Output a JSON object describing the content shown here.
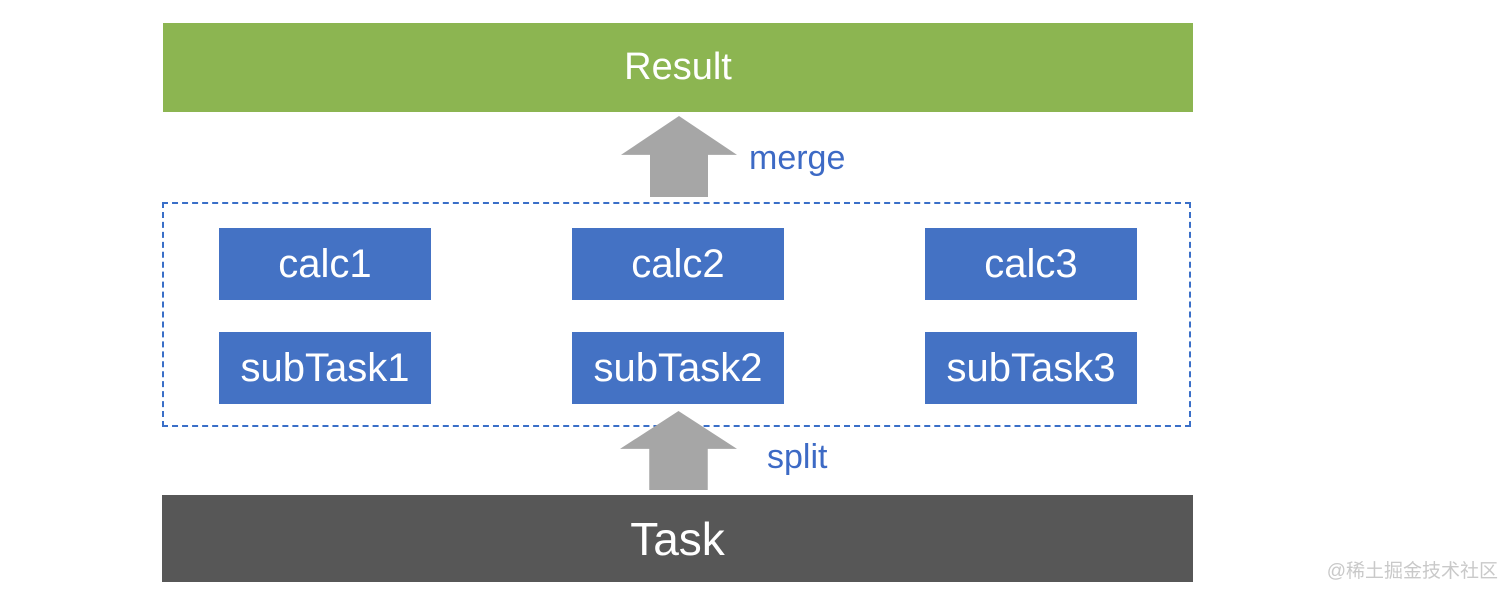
{
  "diagram": {
    "result_label": "Result",
    "task_label": "Task",
    "merge_label": "merge",
    "split_label": "split",
    "sub_nodes": [
      {
        "label": "calc1"
      },
      {
        "label": "calc2"
      },
      {
        "label": "calc3"
      },
      {
        "label": "subTask1"
      },
      {
        "label": "subTask2"
      },
      {
        "label": "subTask3"
      }
    ],
    "colors": {
      "result_bar": "#8CB551",
      "task_bar": "#575757",
      "node_box": "#4472C4",
      "arrow": "#A6A6A6",
      "label_text": "#3D6AC5",
      "dashed_border": "#3A6FC8",
      "watermark": "#C9C9C9"
    }
  },
  "watermark": {
    "text": "@稀土掘金技术社区"
  }
}
